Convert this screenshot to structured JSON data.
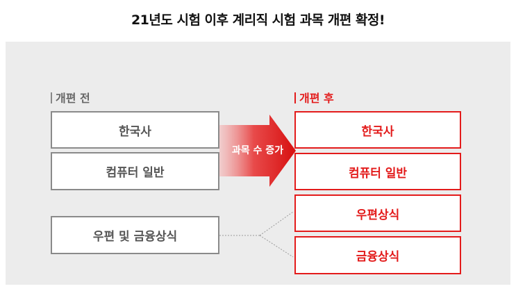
{
  "title": "21년도 시험 이후 계리직 시험 과목 개편 확정!",
  "before": {
    "label": "개편 전",
    "subjects": [
      "한국사",
      "컴퓨터 일반",
      "우편 및 금융상식"
    ]
  },
  "after": {
    "label": "개편 후",
    "subjects": [
      "한국사",
      "컴퓨터 일반",
      "우편상식",
      "금융상식"
    ]
  },
  "arrow_label": "과목 수 증가",
  "colors": {
    "accent": "#e31b1b",
    "panel": "#ececec",
    "before_border": "#8a8a8a"
  }
}
